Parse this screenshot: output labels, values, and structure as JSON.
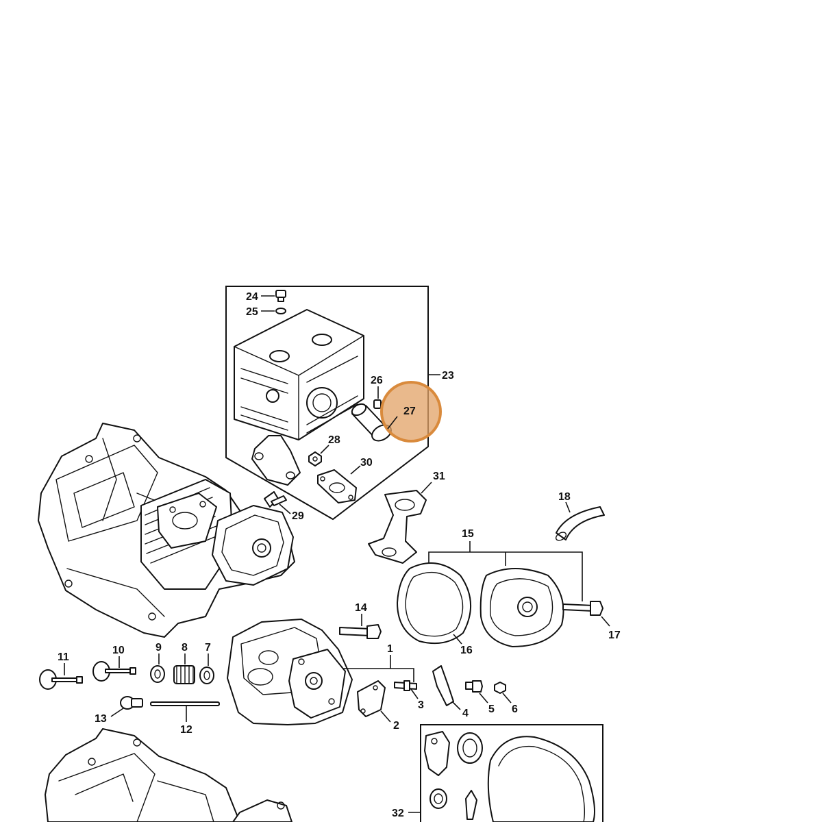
{
  "highlight": {
    "label": "27",
    "color": "#e2a266",
    "stroke_color": "#d98a3c"
  },
  "callouts": {
    "c1": "1",
    "c2": "2",
    "c3": "3",
    "c4": "4",
    "c5": "5",
    "c6": "6",
    "c7": "7",
    "c8": "8",
    "c9": "9",
    "c10": "10",
    "c11": "11",
    "c12": "12",
    "c13": "13",
    "c14": "14",
    "c15": "15",
    "c16": "16",
    "c17": "17",
    "c18": "18",
    "c23": "23",
    "c24": "24",
    "c25": "25",
    "c26": "26",
    "c28": "28",
    "c29": "29",
    "c30": "30",
    "c31": "31",
    "c32": "32"
  }
}
